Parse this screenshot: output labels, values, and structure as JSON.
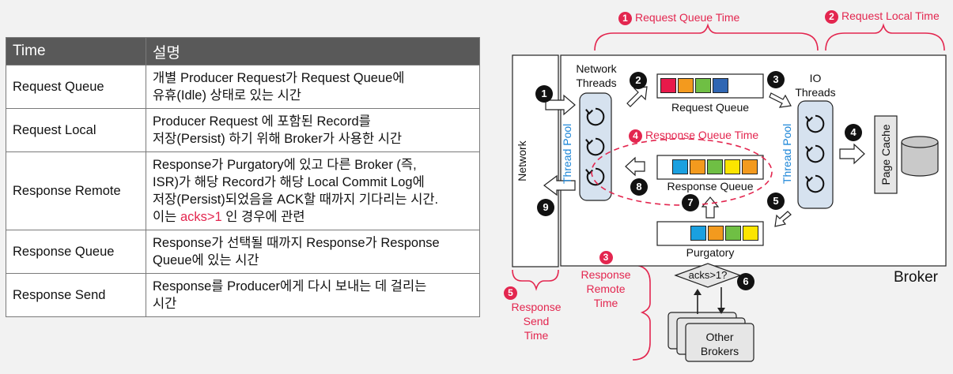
{
  "table": {
    "headers": [
      "Time",
      "설명"
    ],
    "rows": [
      {
        "name": "Request Queue",
        "desc1": "개별 Producer Request가 Request Queue에",
        "desc2": "유휴(Idle) 상태로 있는 시간"
      },
      {
        "name": "Request Local",
        "desc1": "Producer Request 에 포함된 Record를",
        "desc2": "저장(Persist) 하기 위해 Broker가 사용한 시간"
      },
      {
        "name": "Response Remote",
        "desc1": "Response가 Purgatory에 있고 다른 Broker (즉,",
        "desc2": "ISR)가 해당 Record가 해당 Local Commit Log에",
        "desc3": "저장(Persist)되었음을 ACK할 때까지 기다리는 시간.",
        "desc4a": "이는 ",
        "desc4b": "acks>1",
        "desc4c": " 인 경우에 관련"
      },
      {
        "name": "Response Queue",
        "desc1": "Response가 선택될 때까지 Response가 Response",
        "desc2": "Queue에 있는 시간"
      },
      {
        "name": "Response Send",
        "desc1": "Response를 Producer에게 다시 보내는 데 걸리는",
        "desc2": "시간"
      }
    ]
  },
  "diagram": {
    "network": "Network",
    "broker": "Broker",
    "network_threads": [
      "Network",
      "Threads"
    ],
    "io_threads": [
      "IO",
      "Threads"
    ],
    "thread_pool": "Thread Pool",
    "request_queue": "Request Queue",
    "response_queue": "Response Queue",
    "purgatory": "Purgatory",
    "page_cache": "Page Cache",
    "acks": "acks>1?",
    "other_brokers": [
      "Other",
      "Brokers"
    ],
    "steps": [
      "1",
      "2",
      "3",
      "4",
      "5",
      "6",
      "7",
      "8",
      "9"
    ],
    "timings": {
      "request_queue_time": {
        "num": "1",
        "label": "Request Queue Time"
      },
      "request_local_time": {
        "num": "2",
        "label": "Request Local Time"
      },
      "response_remote_time": {
        "num": "3",
        "lines": [
          "Response",
          "Remote",
          "Time"
        ]
      },
      "response_queue_time": {
        "num": "4",
        "label": "Response Queue Time"
      },
      "response_send_time": {
        "num": "5",
        "lines": [
          "Response",
          "Send",
          "Time"
        ]
      }
    },
    "colors": {
      "accent": "#e3264f",
      "red": "#e8194a",
      "orange": "#f39a1e",
      "green": "#6fbf44",
      "blue": "#2f66b3",
      "cyan": "#1aa0e0",
      "yellow": "#fce500",
      "pool_fill": "#d6e2ef",
      "cache_fill": "#c9c9c9",
      "box_fill": "#e6e6e6"
    }
  }
}
